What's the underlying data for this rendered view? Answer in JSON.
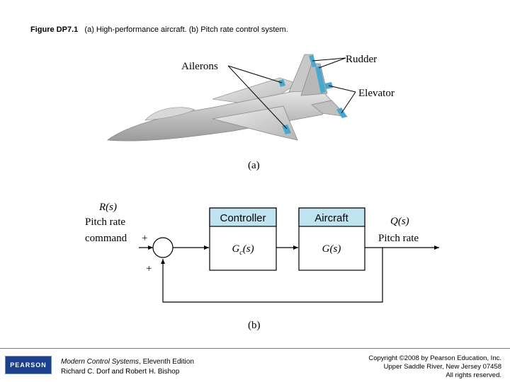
{
  "caption": {
    "figure_label": "Figure DP7.1",
    "text": "(a) High-performance aircraft. (b) Pitch rate control system."
  },
  "aircraft": {
    "labels": {
      "ailerons": "Ailerons",
      "rudder": "Rudder",
      "elevator": "Elevator"
    },
    "sublabel": "(a)"
  },
  "block_diagram": {
    "input": {
      "symbol": "R(s)",
      "line1": "Pitch rate",
      "line2": "command"
    },
    "sum_plus_top": "+",
    "sum_plus_bottom": "+",
    "controller": {
      "title": "Controller",
      "tf": "Gc(s)"
    },
    "plant": {
      "title": "Aircraft",
      "tf": "G(s)"
    },
    "output": {
      "symbol": "Q(s)",
      "line1": "Pitch rate"
    },
    "sublabel": "(b)"
  },
  "colors": {
    "block_header": "#bfe3ef",
    "line": "#000000",
    "aircraft_body": "#c8c8c8",
    "control_surface": "#4aa8cf"
  },
  "footer": {
    "logo": "PEARSON",
    "book_title": "Modern Control Systems",
    "edition": ", Eleventh Edition",
    "authors": "Richard C. Dorf and Robert H. Bishop",
    "copyright": "Copyright ©2008 by Pearson Education, Inc.",
    "address": "Upper Saddle River, New Jersey 07458",
    "rights": "All rights reserved."
  }
}
